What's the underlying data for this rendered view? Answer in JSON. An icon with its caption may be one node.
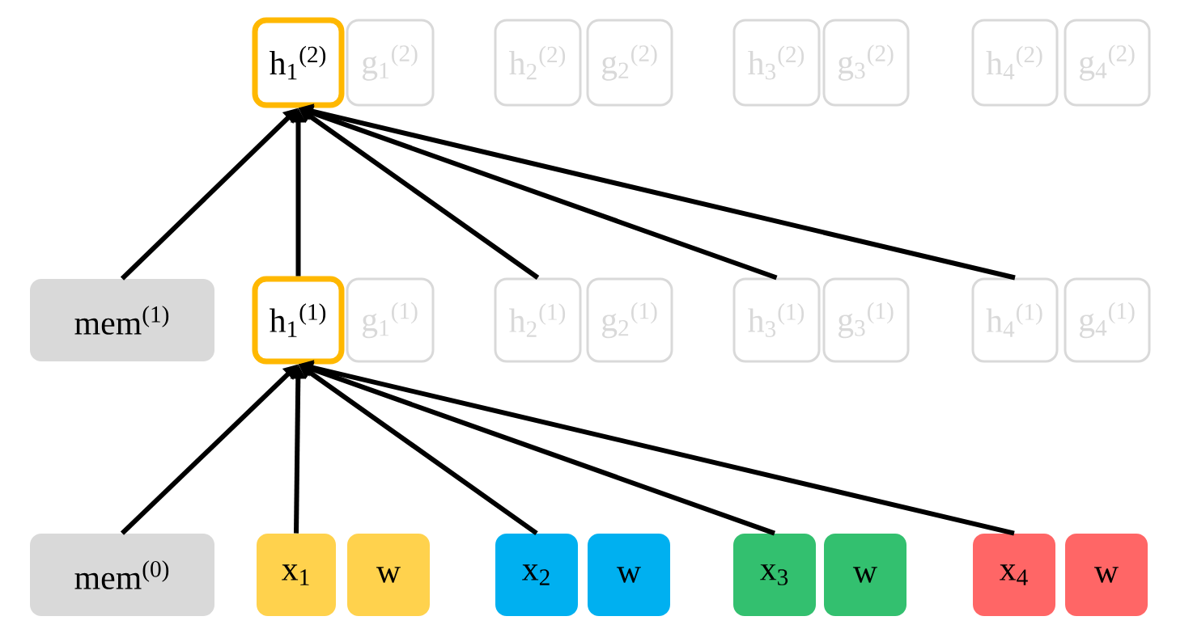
{
  "diagram": {
    "nodes": [
      {
        "text": [
          "h$_{1}$$^{(2)}$"
        ]
      },
      {
        "text": [
          "g$_{1}$$^{(2)}$"
        ]
      },
      {
        "text": [
          "h$_{2}$$^{(2)}$"
        ]
      },
      {
        "text": [
          "g$_{2}$$^{(2)}$"
        ]
      },
      {
        "text": [
          "h$_{3}$$^{(2)}$"
        ]
      },
      {
        "text": [
          "g$_{3}$$^{(2)}$"
        ]
      },
      {
        "text": [
          "h$_{4}$$^{(2)}$"
        ]
      },
      {
        "text": [
          "g$_{4}$$^{(2)}$"
        ]
      },
      {
        "text": [
          "mem$^{(1)}$"
        ]
      },
      {
        "text": [
          "h$_{1}$$^{(1)}$"
        ]
      },
      {
        "text": [
          "g$_{1}$$^{(1)}$"
        ]
      },
      {
        "text": [
          "h$_{2}$$^{(1)}$"
        ]
      },
      {
        "text": [
          "g$_{2}$$^{(1)}$"
        ]
      },
      {
        "text": [
          "h$_{3}$$^{(1)}$"
        ]
      },
      {
        "text": [
          "g$_{3}$$^{(1)}$"
        ]
      },
      {
        "text": [
          "h$_{4}$$^{(1)}$"
        ]
      },
      {
        "text": [
          "g$_{4}$$^{(1)}$"
        ]
      },
      {
        "text": [
          "mem$^{(0)}$"
        ]
      },
      {
        "text": [
          "x$_{1}$"
        ]
      },
      {
        "text": [
          "w"
        ]
      },
      {
        "text": [
          "x$_{2}$"
        ]
      },
      {
        "text": [
          "w"
        ]
      },
      {
        "text": [
          "x$_{3}$"
        ]
      },
      {
        "text": [
          "w"
        ]
      },
      {
        "text": [
          "x$_{4}$"
        ]
      },
      {
        "text": [
          "w"
        ]
      }
    ],
    "edges": [
      {
        "from": 8,
        "to": 0,
        "arrow": "to"
      },
      {
        "from": 9,
        "to": 0,
        "arrow": "to"
      },
      {
        "from": 11,
        "to": 0,
        "arrow": "to"
      },
      {
        "from": 13,
        "to": 0,
        "arrow": "to"
      },
      {
        "from": 15,
        "to": 0,
        "arrow": "to"
      },
      {
        "from": 17,
        "to": 9,
        "arrow": "to"
      },
      {
        "from": 18,
        "to": 9,
        "arrow": "to"
      },
      {
        "from": 20,
        "to": 9,
        "arrow": "to"
      },
      {
        "from": 22,
        "to": 9,
        "arrow": "to"
      },
      {
        "from": 24,
        "to": 9,
        "arrow": "to"
      }
    ]
  }
}
